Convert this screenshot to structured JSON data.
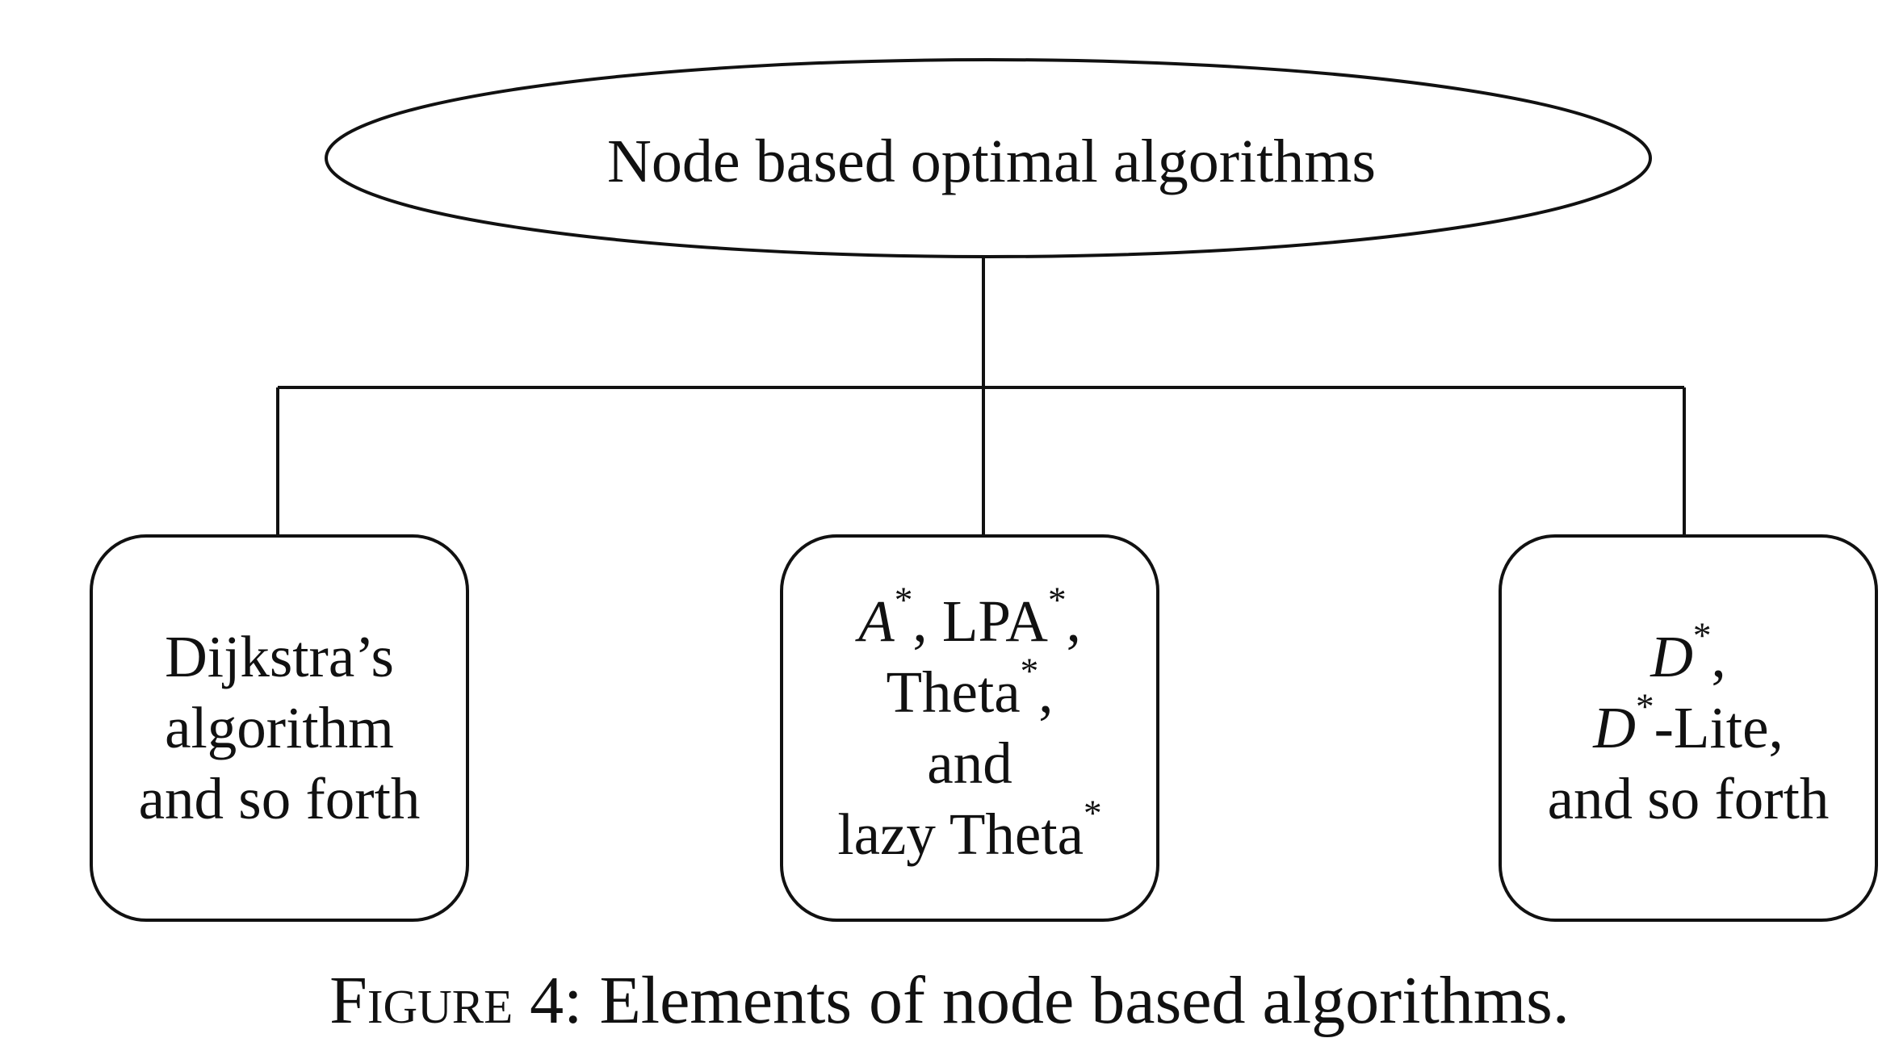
{
  "root": {
    "label": "Node based optimal algorithms"
  },
  "children": [
    {
      "lines": [
        "Dijkstra’s",
        "algorithm",
        "and so forth"
      ]
    },
    {
      "line1": {
        "a": "A",
        "a_sup": "*",
        "sep1": ", LPA",
        "lpa_sup": "*",
        "end1": ","
      },
      "line2": {
        "theta": "Theta",
        "theta_sup": "*",
        "end2": ","
      },
      "line3": "and",
      "line4": {
        "lazy": "lazy Theta",
        "lazy_sup": "*"
      }
    },
    {
      "line1": {
        "d": "D",
        "d_sup": "*",
        "end1": ","
      },
      "line2": {
        "d": "D",
        "d_sup": "*",
        "suffix": "-Lite,"
      },
      "line3": "and so forth"
    }
  ],
  "caption": {
    "figure_word": "Figure",
    "rest": " 4: Elements of node based algorithms."
  },
  "colors": {
    "stroke": "#111111",
    "node_fill": "#ffffff",
    "background": "#ffffff"
  }
}
